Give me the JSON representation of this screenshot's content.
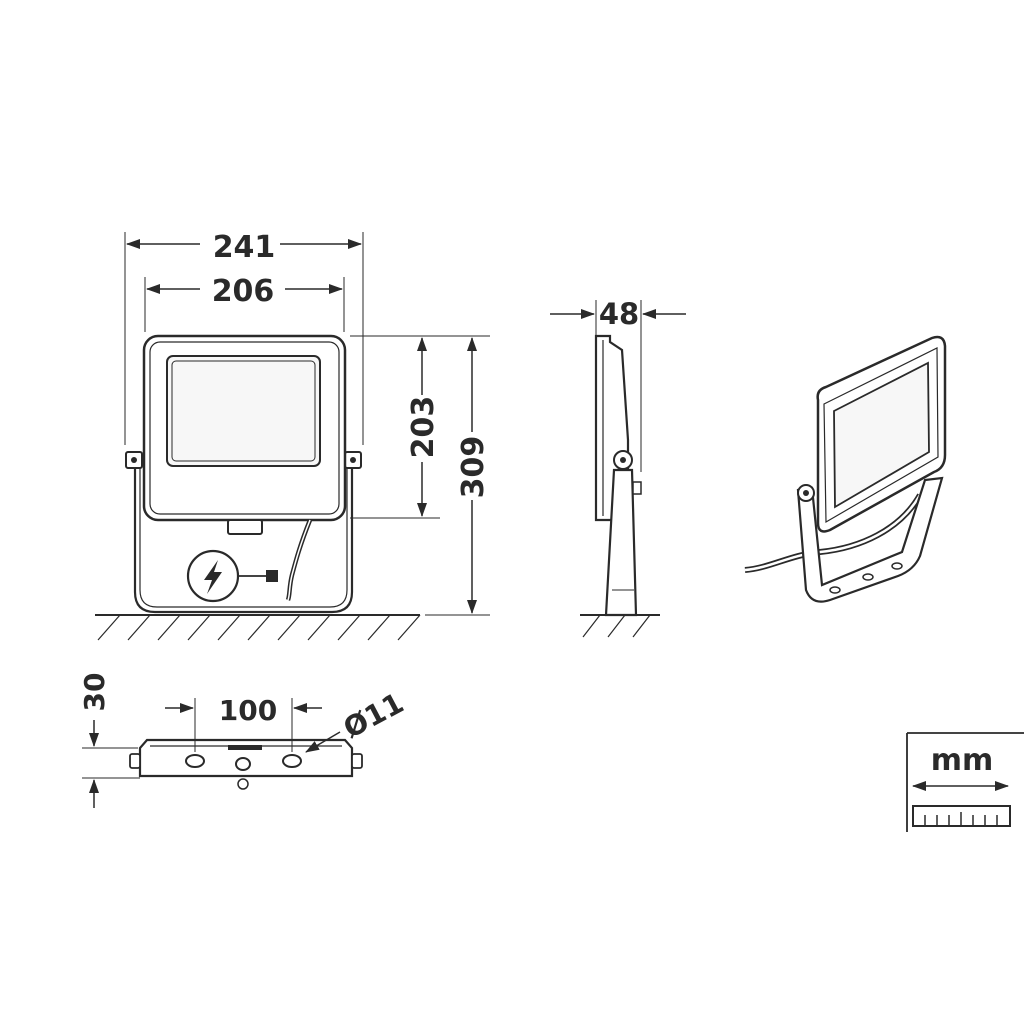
{
  "dimensions": {
    "front_width_outer": "241",
    "front_width_inner": "206",
    "head_height": "203",
    "total_height": "309",
    "side_depth": "48",
    "base_height": "30",
    "hole_spacing": "100",
    "hole_diameter": "Ø11"
  },
  "unit_legend": {
    "label": "mm"
  },
  "colors": {
    "line": "#2a2a2a",
    "background": "#ffffff",
    "glass": "#f5f5f5"
  },
  "icons": {
    "power": "lightning-bolt-icon"
  }
}
